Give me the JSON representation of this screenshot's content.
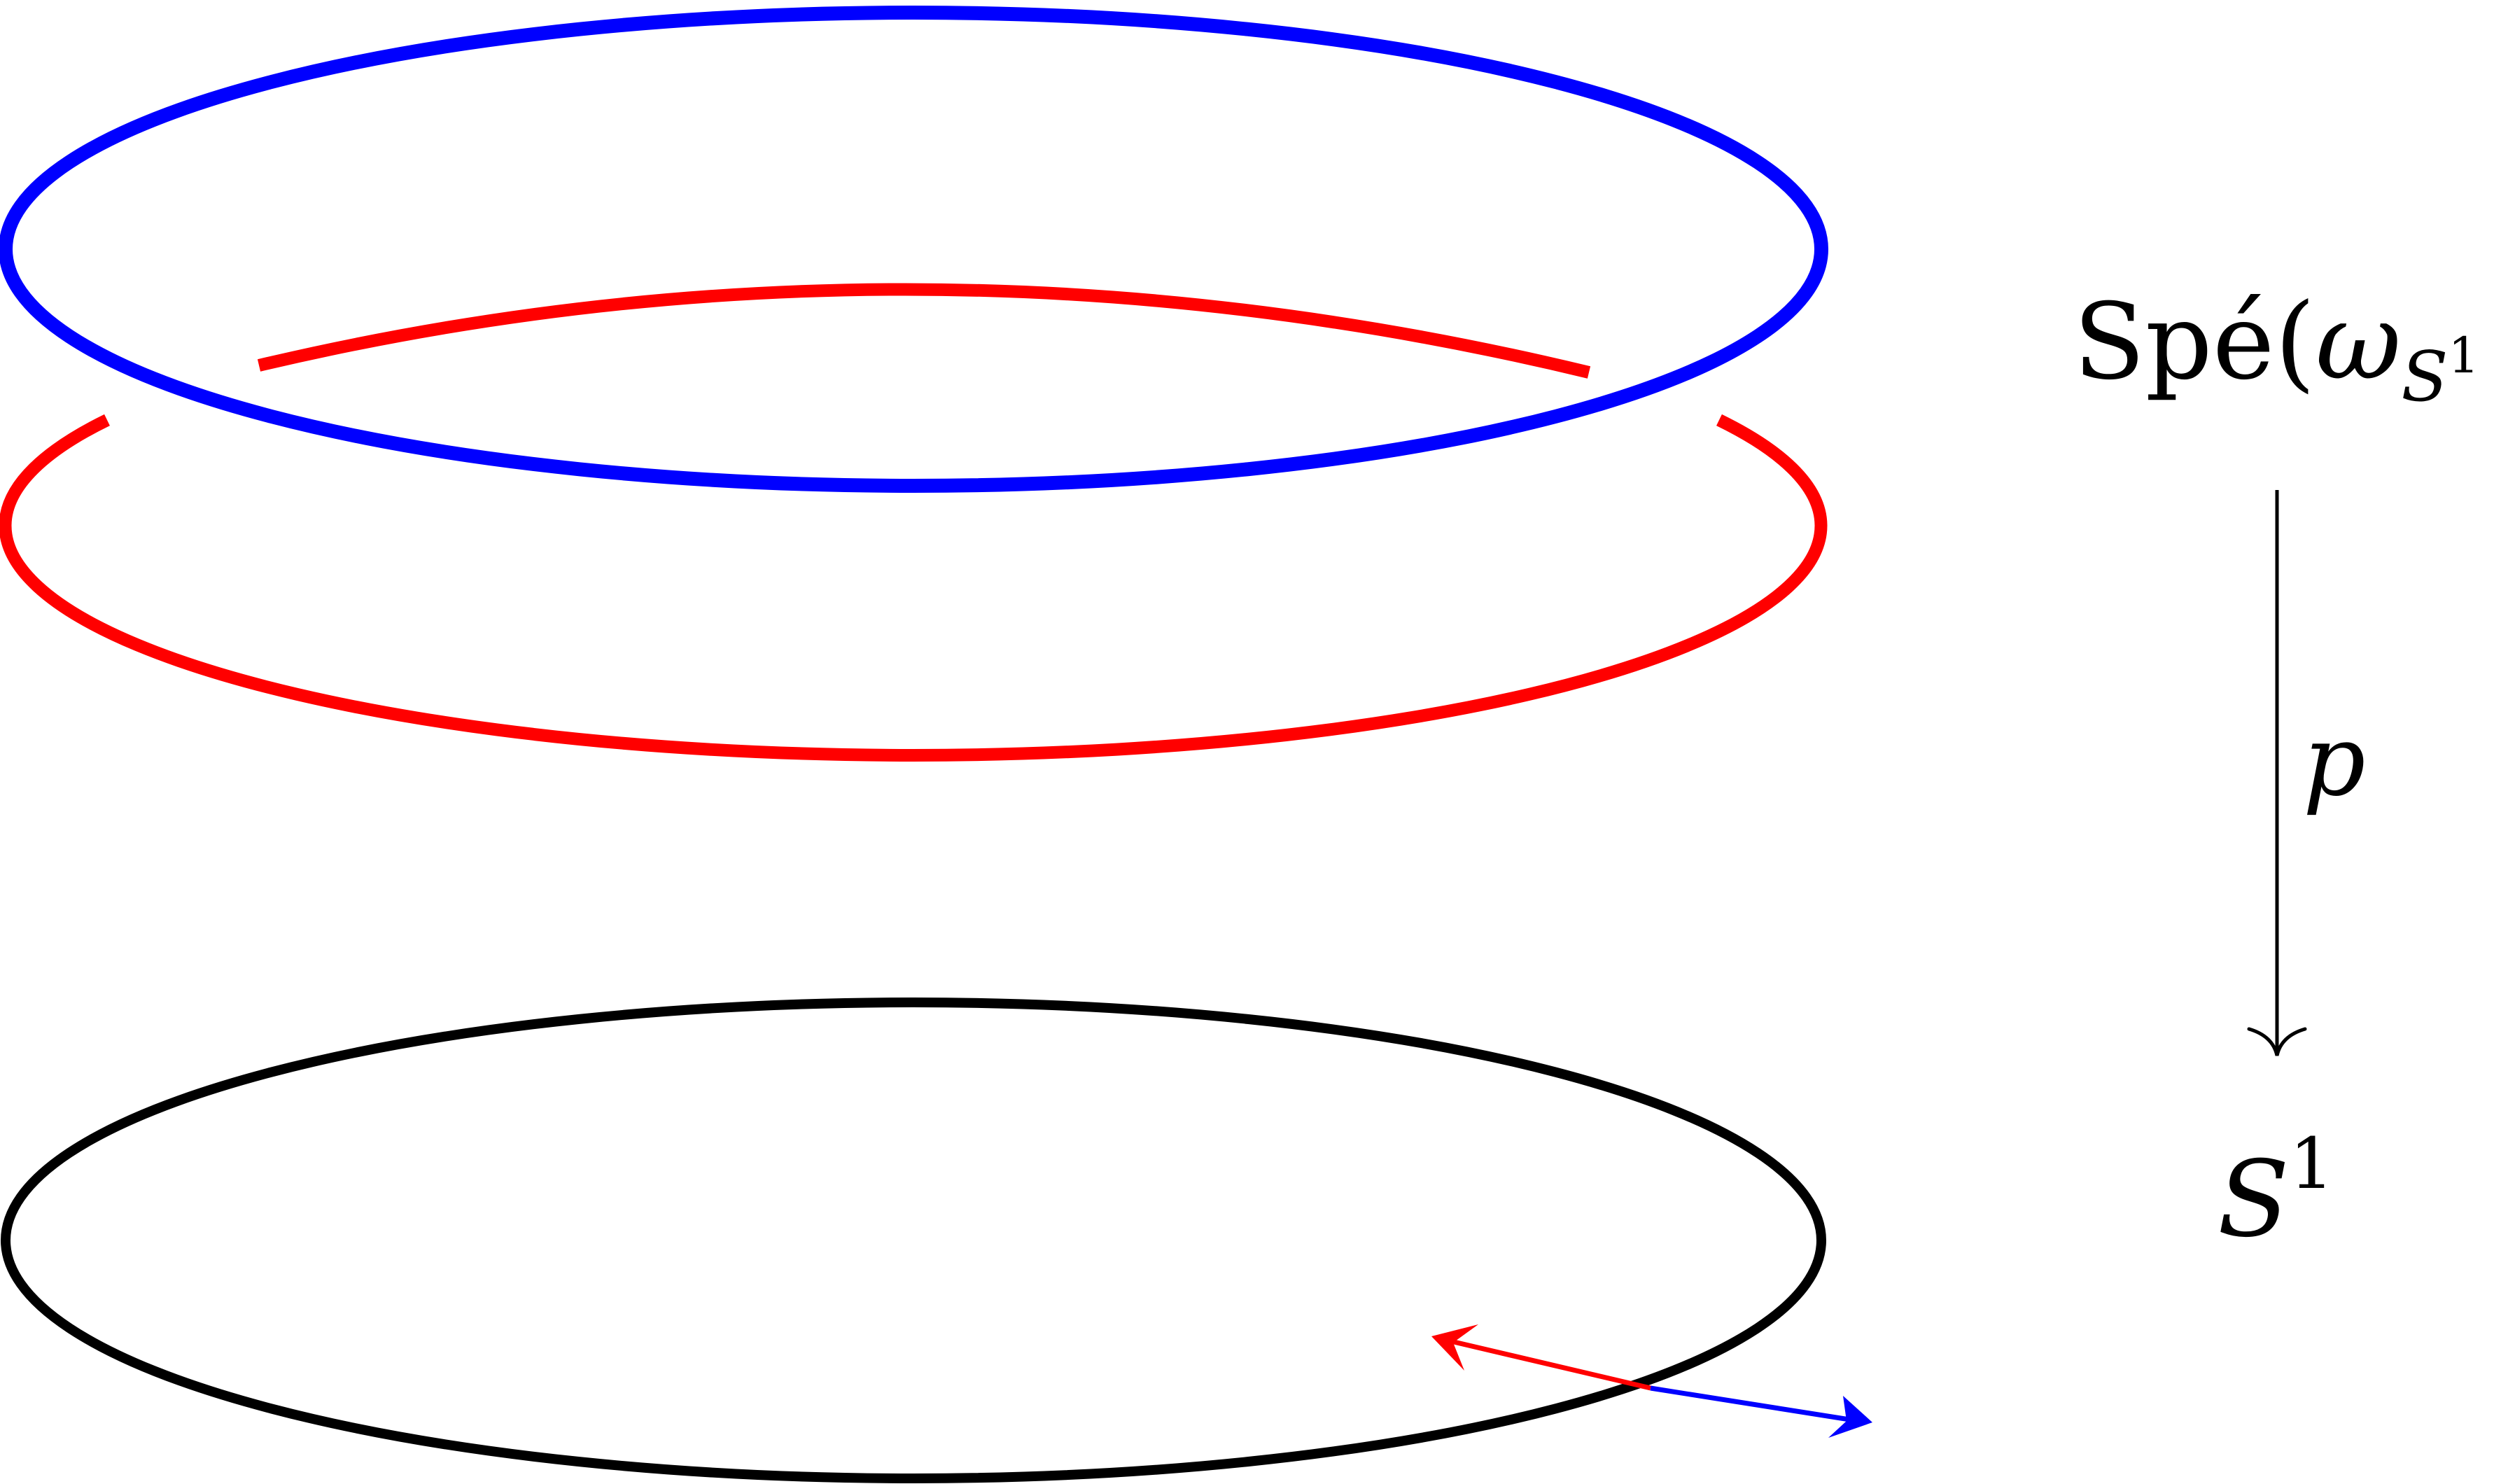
{
  "labels": {
    "total_space": {
      "main": "Spé(",
      "omega": "ω",
      "sub_base": "S",
      "sub_exp": "1",
      "close": ")"
    },
    "projection": "p",
    "base_space": {
      "base": "S",
      "exp": "1"
    }
  },
  "colors": {
    "upper_sheet": "#0000ff",
    "lower_sheet": "#ff0000",
    "base_circle": "#000000",
    "arrow_red": "#ff0000",
    "arrow_blue": "#0000ff",
    "text": "#000000"
  }
}
